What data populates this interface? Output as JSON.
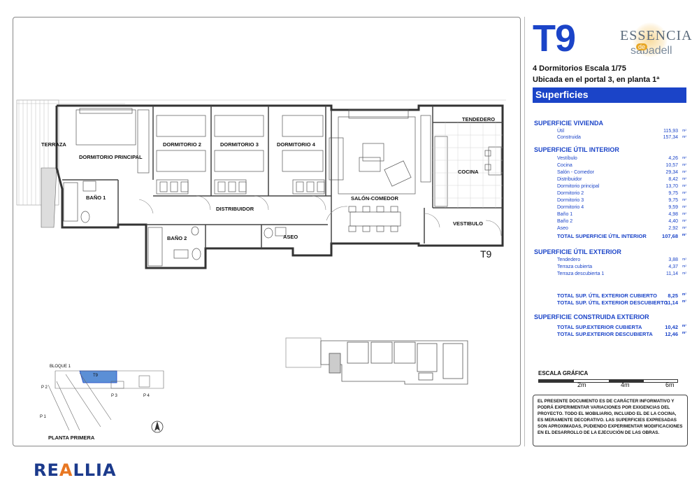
{
  "unit": {
    "code": "T9",
    "bedrooms_scale": "4 Dormitorios  Escala 1/75",
    "location": "Ubicada en el portal 3, en planta 1ª"
  },
  "brand": {
    "name": "ESSENCIA",
    "de": "de",
    "city": "sabadell"
  },
  "surfaces_title": "Superficies",
  "sections": {
    "vivienda": {
      "title": "SUPERFICIE VIVIENDA",
      "rows": [
        {
          "label": "Útil",
          "value": "115,93",
          "unit": "m²"
        },
        {
          "label": "Construida",
          "value": "157,34",
          "unit": "m²"
        }
      ]
    },
    "util_interior": {
      "title": "SUPERFICIE ÚTIL INTERIOR",
      "rows": [
        {
          "label": "Vestíbulo",
          "value": "4,26",
          "unit": "m²"
        },
        {
          "label": "Cocina",
          "value": "10,57",
          "unit": "m²"
        },
        {
          "label": "Salón - Comedor",
          "value": "29,34",
          "unit": "m²"
        },
        {
          "label": "Distribuidor",
          "value": "8,42",
          "unit": "m²"
        },
        {
          "label": "Dormitorio principal",
          "value": "13,70",
          "unit": "m²"
        },
        {
          "label": "Dormitorio 2",
          "value": "9,75",
          "unit": "m²"
        },
        {
          "label": "Dormitorio 3",
          "value": "9,75",
          "unit": "m²"
        },
        {
          "label": "Dormitorio 4",
          "value": "9,59",
          "unit": "m²"
        },
        {
          "label": "Baño 1",
          "value": "4,98",
          "unit": "m²"
        },
        {
          "label": "Baño 2",
          "value": "4,40",
          "unit": "m²"
        },
        {
          "label": "Aseo",
          "value": "2,92",
          "unit": "m²"
        }
      ],
      "total": {
        "label": "TOTAL SUPERFICIE ÚTIL INTERIOR",
        "value": "107,68",
        "unit": "m²"
      }
    },
    "util_exterior": {
      "title": "SUPERFICIE ÚTIL EXTERIOR",
      "rows": [
        {
          "label": "Tendedero",
          "value": "3,88",
          "unit": "m²"
        },
        {
          "label": "Terraza cubierta",
          "value": "4,37",
          "unit": "m²"
        },
        {
          "label": "Terraza descubierta 1",
          "value": "11,14",
          "unit": "m²"
        }
      ],
      "totals": [
        {
          "label": "TOTAL SUP. ÚTIL EXTERIOR CUBIERTO",
          "value": "8,25",
          "unit": "m²"
        },
        {
          "label": "TOTAL SUP. ÚTIL EXTERIOR DESCUBIERTO",
          "value": "11,14",
          "unit": "m²"
        }
      ]
    },
    "construida_exterior": {
      "title": "SUPERFICIE CONSTRUIDA EXTERIOR",
      "totals": [
        {
          "label": "TOTAL SUP.EXTERIOR CUBIERTA",
          "value": "10,42",
          "unit": "m²"
        },
        {
          "label": "TOTAL SUP.EXTERIOR DESCUBIERTA",
          "value": "12,46",
          "unit": "m²"
        }
      ]
    }
  },
  "scale": {
    "title": "ESCALA GRÁFICA",
    "labels": [
      "2m",
      "4m",
      "6m"
    ]
  },
  "disclaimer": "EL PRESENTE DOCUMENTO ES DE CARÁCTER INFORMATIVO Y PODRÁ EXPERIMENTAR VARIACIONES POR EXIGENCIAS DEL PROYECTO. TODO EL MOBILIARIO, INCLUIDO EL DE LA COCINA, ES MERAMENTE DECORATIVO. LAS SUPERFICIES EXPRESADAS SON APROXIMADAS, PUDIENDO EXPERIMENTAR MODIFICACIONES EN EL DESARROLLO DE LA EJECUCIÓN DE LAS OBRAS.",
  "plan": {
    "rooms": {
      "terraza": "TERRAZA",
      "dormitorio_principal": "DORMITORIO PRINCIPAL",
      "dormitorio_2": "DORMITORIO 2",
      "dormitorio_3": "DORMITORIO 3",
      "dormitorio_4": "DORMITORIO 4",
      "bano_1": "BAÑO 1",
      "bano_2": "BAÑO 2",
      "distribuidor": "DISTRIBUIDOR",
      "aseo": "ASEO",
      "salon_comedor": "SALÓN-COMEDOR",
      "tendedero": "TENDEDERO",
      "cocina": "COCINA",
      "vestibulo": "VESTIBULO"
    },
    "unit_tag": "T9"
  },
  "key_plan": {
    "bloque": "BLOQUE 1",
    "unit": "T9",
    "portals": [
      "P 1",
      "P 2",
      "P 3",
      "P 4"
    ],
    "floor": "PLANTA PRIMERA"
  },
  "logo": {
    "left": "RE",
    "accent": "A",
    "right": "LIA",
    "middle": "L"
  },
  "colors": {
    "brand_blue": "#1b44c8",
    "realia_blue": "#1b3a8c",
    "realia_orange": "#e87722",
    "key_highlight": "#5b8fd6"
  }
}
